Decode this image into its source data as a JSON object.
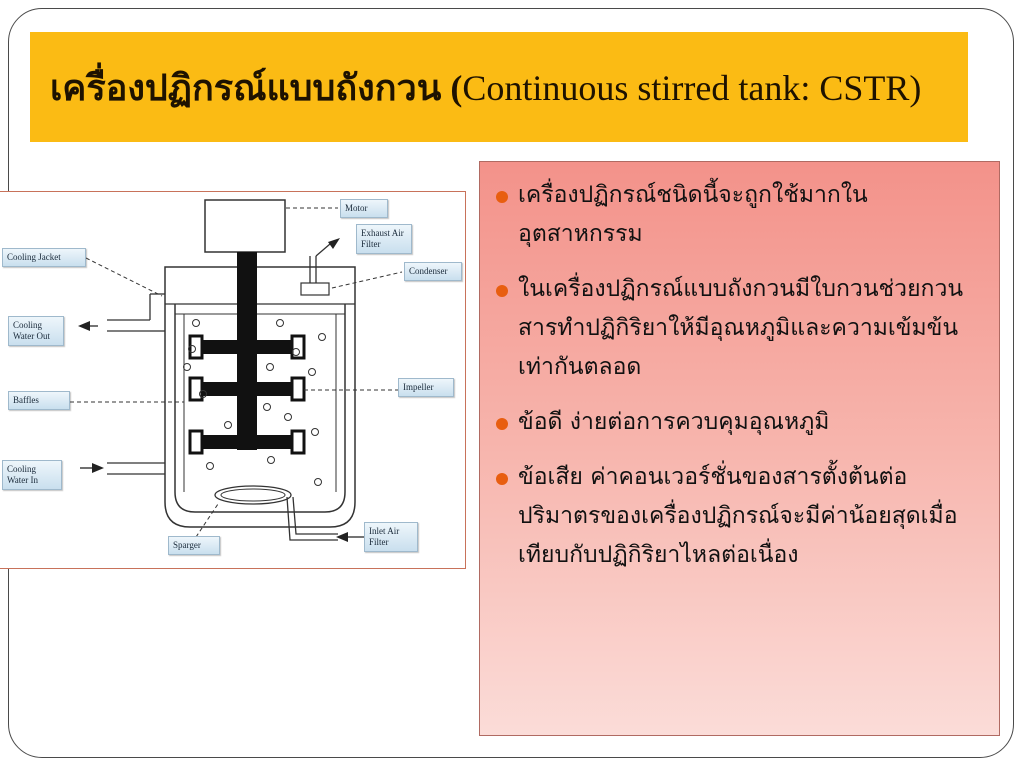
{
  "title": {
    "thai": "เครื่องปฏิกรณ์แบบถังกวน (",
    "english": "Continuous stirred tank: CSTR)"
  },
  "diagram": {
    "labels": {
      "motor": "Motor",
      "exhaust": "Exhaust Air Filter",
      "condenser": "Condenser",
      "cooling_jacket": "Cooling Jacket",
      "cooling_out": "Cooling Water Out",
      "baffles": "Baffles",
      "impeller": "Impeller",
      "cooling_in": "Cooling Water In",
      "sparger": "Sparger",
      "inlet": "Inlet Air Filter"
    }
  },
  "bullets": [
    "เครื่องปฏิกรณ์ชนิดนี้จะถูกใช้มากในอุตสาหกรรม",
    "ในเครื่องปฏิกรณ์แบบถังกวนมีใบกวนช่วยกวนสารทำปฏิกิริยาให้มีอุณหภูมิและความเข้มข้นเท่ากันตลอด",
    "ข้อดี ง่ายต่อการควบคุมอุณหภูมิ",
    "ข้อเสีย ค่าคอนเวอร์ชั่นของสารตั้งต้นต่อปริมาตรของเครื่องปฏิกรณ์จะมีค่าน้อยสุดเมื่อเทียบกับปฏิกิริยาไหลต่อเนื่อง"
  ],
  "colors": {
    "title_bg": "#fbbb14",
    "bullet_dot": "#e85e10",
    "panel_top": "#f3928a",
    "panel_bottom": "#fbdcd8"
  }
}
